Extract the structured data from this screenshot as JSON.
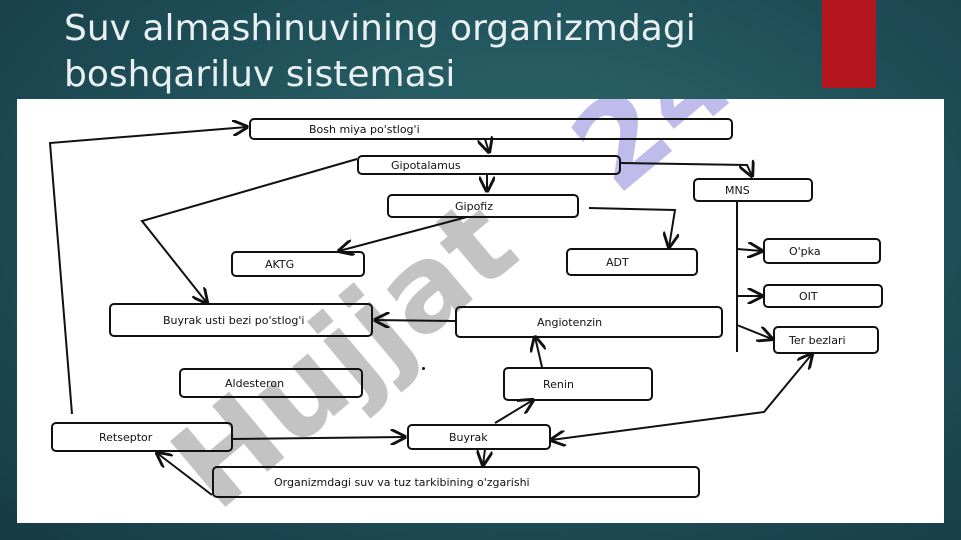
{
  "slide": {
    "title": "Suv almashinuvining organizmdagi\nboshqariluv sistemasi",
    "accent_color": "#b3161d",
    "background_color": "#1f4f58"
  },
  "watermark": {
    "text": "Hujjat24",
    "color": "#b9b9b9",
    "number_color": "#b8b4e8"
  },
  "diagram": {
    "nodes": {
      "bosh_miya": "Bosh miya po'stlog'i",
      "gipotalamus": "Gipotalamus",
      "gipofiz": "Gipofiz",
      "mns": "MNS",
      "aktg": "AKTG",
      "adt": "ADT",
      "opka": "O'pka",
      "oit": "OIT",
      "ter_bezlari": "Ter bezlari",
      "buyrak_usti": "Buyrak usti bezi po'stlog'i",
      "angiotenzin": "Angiotenzin",
      "aldesteron": "Aldesteron",
      "renin": "Renin",
      "retseptor": "Retseptor",
      "buyrak": "Buyrak",
      "suv_tuz": "Organizmdagi suv va tuz tarkibining o'zgarishi"
    }
  }
}
